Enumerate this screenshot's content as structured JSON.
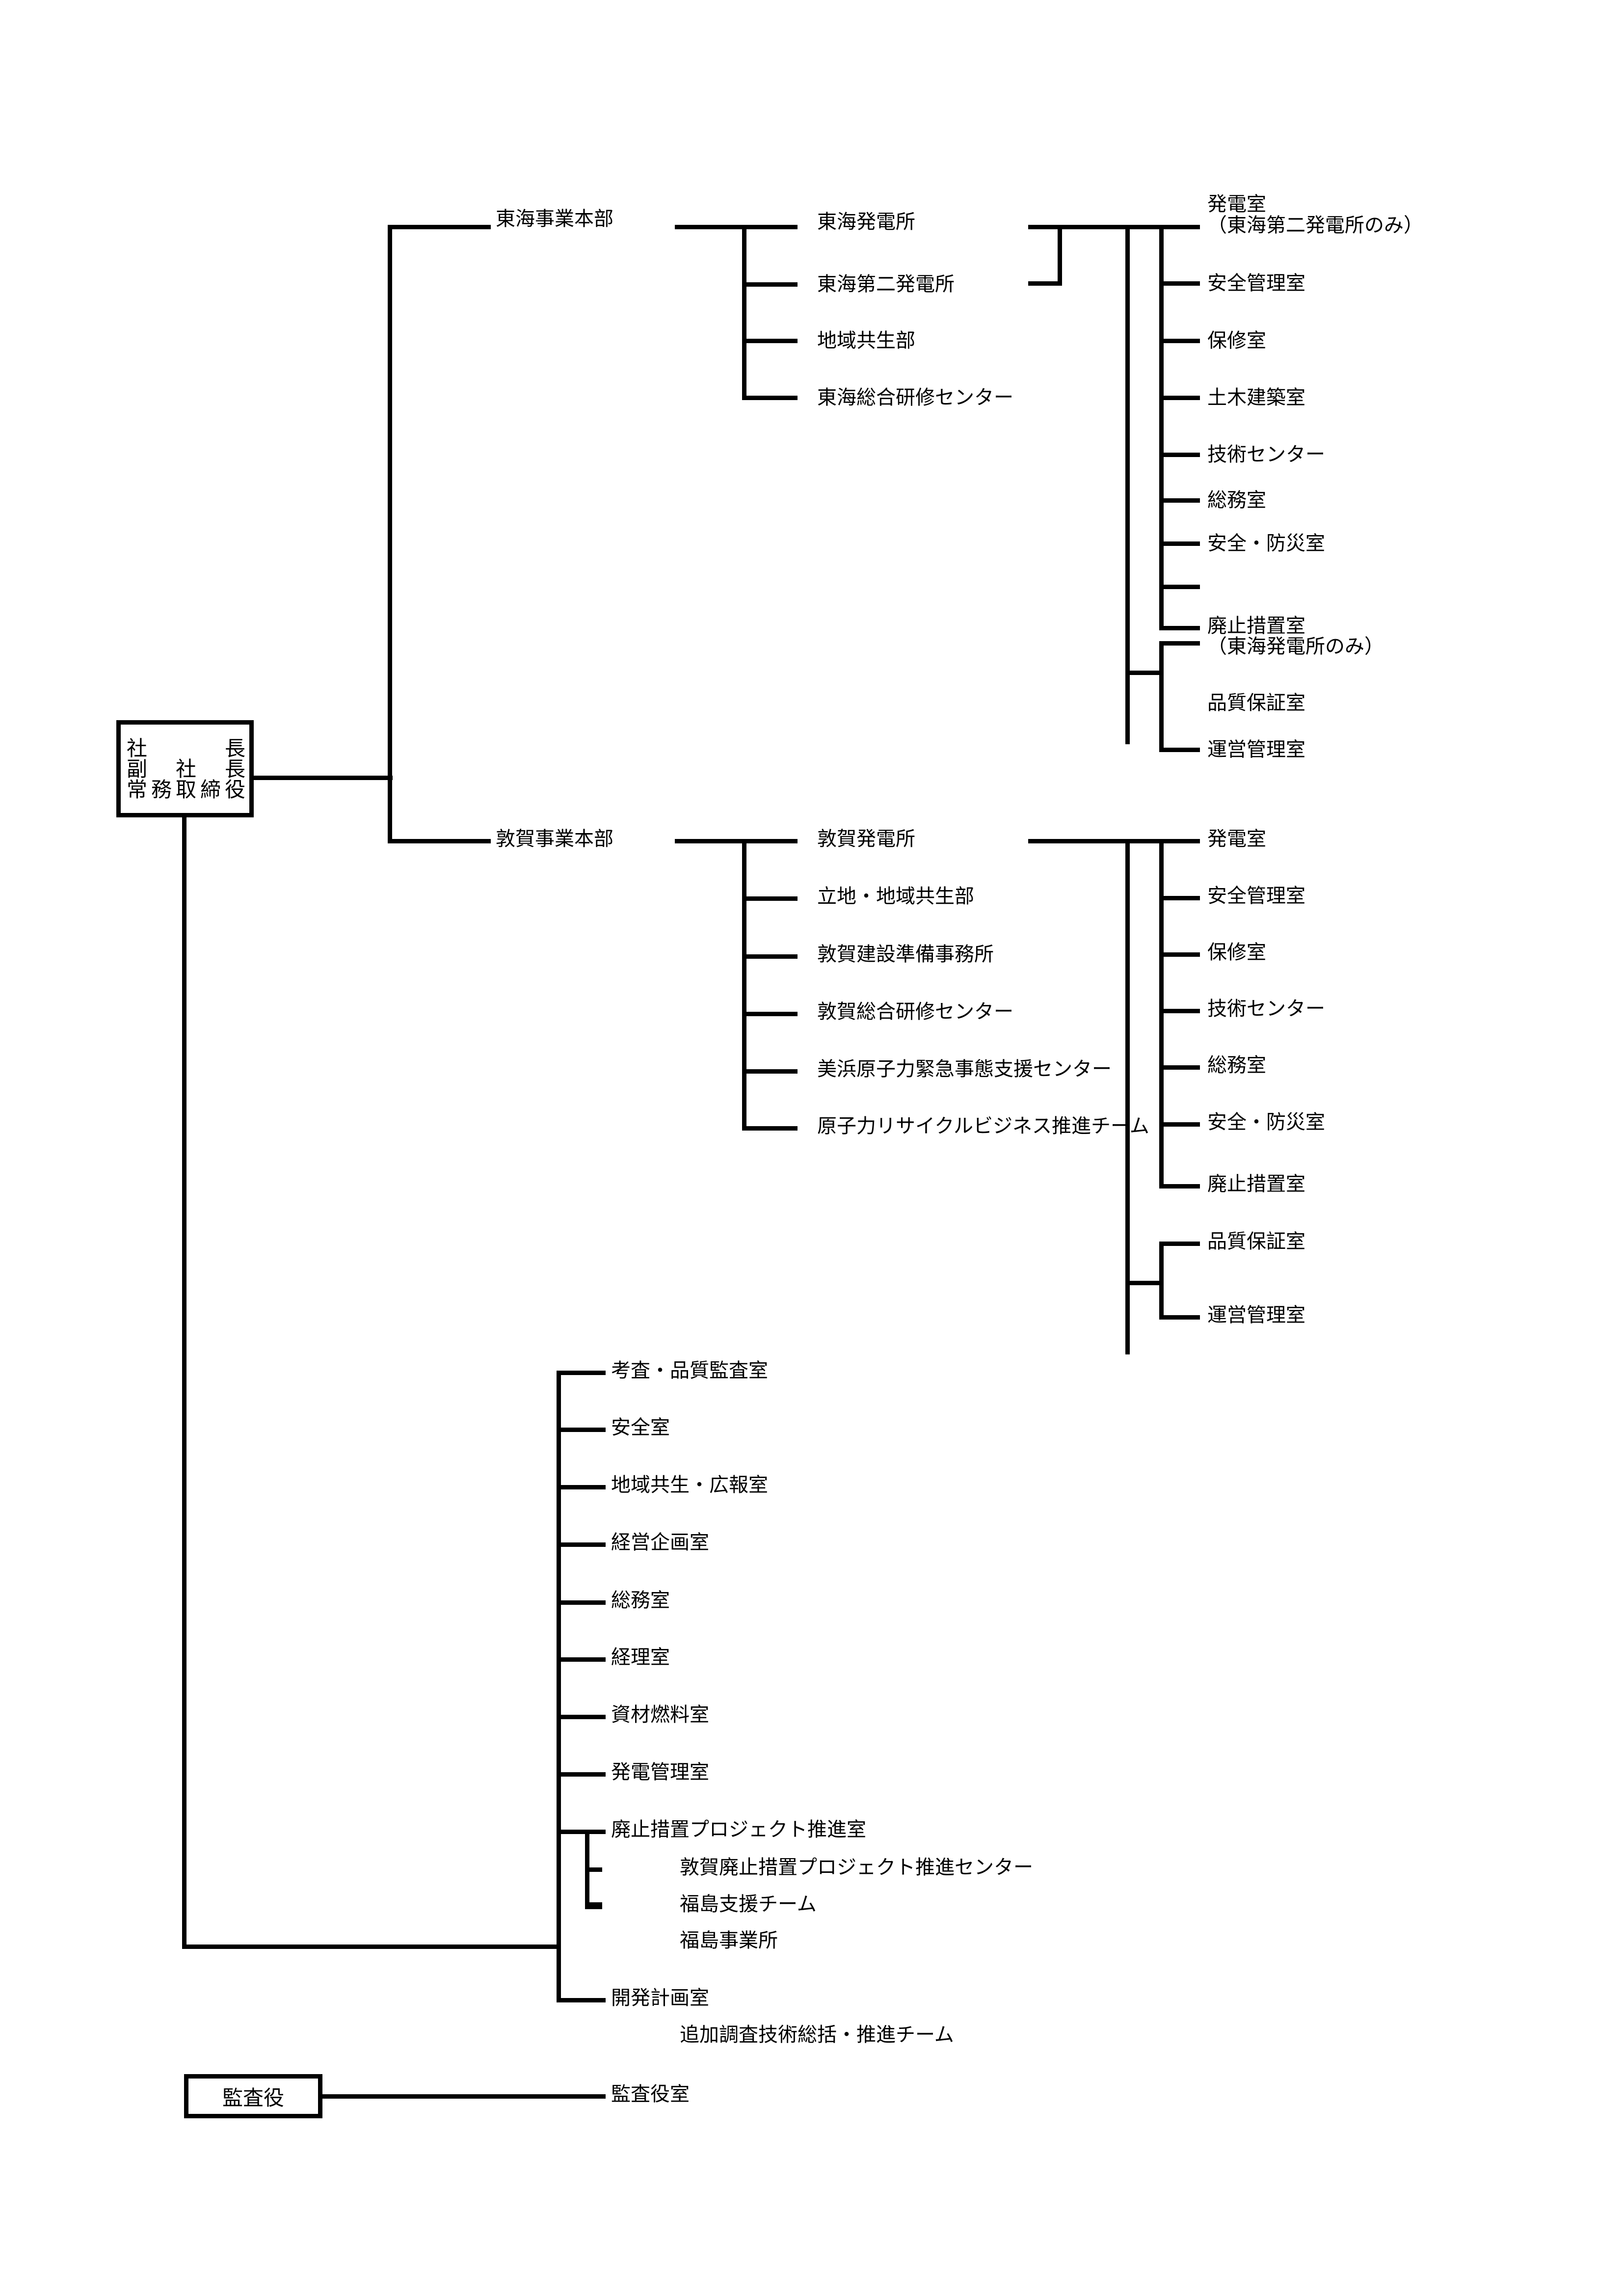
{
  "top_executive": {
    "rows": [
      [
        "社",
        "",
        "",
        "",
        "長"
      ],
      [
        "副",
        "",
        "社",
        "",
        "長"
      ],
      [
        "常",
        "務",
        "取",
        "締",
        "役"
      ]
    ]
  },
  "divisions": [
    {
      "name": "東海事業本部",
      "offices": [
        "東海発電所",
        "東海第二発電所",
        "地域共生部",
        "東海総合研修センター"
      ],
      "plant_sections": [
        {
          "name": "発電室",
          "note": "（東海第二発電所のみ）"
        },
        {
          "name": "安全管理室"
        },
        {
          "name": "保修室"
        },
        {
          "name": "土木建築室"
        },
        {
          "name": "技術センター"
        },
        {
          "name": "総務室"
        },
        {
          "name": "安全・防災室"
        },
        {
          "name": "廃止措置室",
          "note": "（東海発電所のみ）"
        }
      ],
      "plant_support": [
        "品質保証室",
        "運営管理室"
      ]
    },
    {
      "name": "敦賀事業本部",
      "offices": [
        "敦賀発電所",
        "立地・地域共生部",
        "敦賀建設準備事務所",
        "敦賀総合研修センター",
        "美浜原子力緊急事態支援センター",
        "原子力リサイクルビジネス推進チーム"
      ],
      "plant_sections": [
        {
          "name": "発電室"
        },
        {
          "name": "安全管理室"
        },
        {
          "name": "保修室"
        },
        {
          "name": "技術センター"
        },
        {
          "name": "総務室"
        },
        {
          "name": "安全・防災室"
        },
        {
          "name": "廃止措置室"
        }
      ],
      "plant_support": [
        "品質保証室",
        "運営管理室"
      ]
    }
  ],
  "head_office": [
    {
      "name": "考査・品質監査室"
    },
    {
      "name": "安全室"
    },
    {
      "name": "地域共生・広報室"
    },
    {
      "name": "経営企画室"
    },
    {
      "name": "総務室"
    },
    {
      "name": "経理室"
    },
    {
      "name": "資材燃料室"
    },
    {
      "name": "発電管理室"
    },
    {
      "name": "廃止措置プロジェクト推進室",
      "children": [
        "敦賀廃止措置プロジェクト推進センター",
        "福島支援チーム",
        "福島事業所"
      ]
    },
    {
      "name": "開発計画室",
      "children": [
        "追加調査技術総括・推進チーム"
      ]
    }
  ],
  "auditor": {
    "box": "監査役",
    "office": "監査役室"
  }
}
